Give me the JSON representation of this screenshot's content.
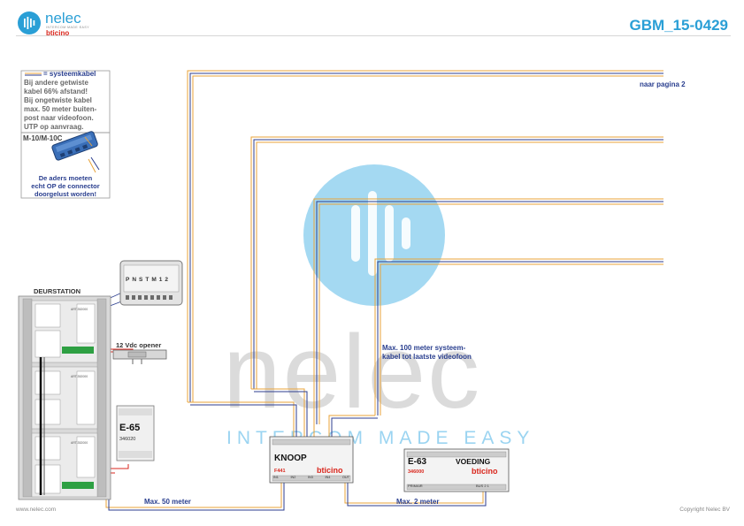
{
  "header": {
    "brand": "nelec",
    "brand_tagline": "INTERCOM MADE EASY",
    "partner": "bticino",
    "doc_code": "GBM_15-0429"
  },
  "watermark": {
    "word": "nelec",
    "tagline": "INTERCOM MADE EASY"
  },
  "legend": {
    "cable_title": "= systeemkabel",
    "cable_notes": [
      "Bij andere getwiste",
      "kabel 66% afstand!",
      "Bij ongetwiste kabel",
      "max. 50 meter buiten-",
      "post naar videofoon.",
      "UTP op aanvraag."
    ],
    "connector_title": "M-10/M-10C",
    "connector_notes": [
      "De aders moeten",
      "echt OP de connector",
      "doorgelust worden!"
    ]
  },
  "labels": {
    "to_page2": "naar pagina 2",
    "door_station": "DEURSTATION",
    "opener": "12 Vdc opener",
    "max100_line1": "Max. 100 meter systeem-",
    "max100_line2": "kabel tot laatste videofoon",
    "max50": "Max. 50 meter",
    "max2": "Max. 2 meter"
  },
  "terminal_labels": [
    "P",
    "N",
    "S",
    "T",
    "M",
    "1",
    "2"
  ],
  "modules": {
    "e65": {
      "name": "E-65",
      "code": "346020"
    },
    "knoop": {
      "name": "KNOOP",
      "code": "F441",
      "brand": "bticino",
      "ports": [
        "IN1",
        "IN2",
        "IN3",
        "IN4",
        "OUT"
      ]
    },
    "e63": {
      "name": "E-63",
      "title": "VOEDING",
      "code": "346000",
      "brand": "bticino",
      "label_left": "PRIMAIR",
      "label_right": "BUS 2 1"
    }
  },
  "door_station_units": [
    "ART.352000",
    "ART.352000",
    "ART.352000"
  ],
  "footer": {
    "website": "www.nelec.com",
    "copyright": "Copyright Nelec BV"
  },
  "colors": {
    "brand_blue": "#2a9fd6",
    "label_blue": "#2a3f8f",
    "cable_orange": "#e8a33a",
    "cable_navy": "#2c3e8f",
    "wire_red": "#d9261c",
    "watermark_grey": "#cfcfcf",
    "watermark_blue": "#5ab9e8"
  }
}
